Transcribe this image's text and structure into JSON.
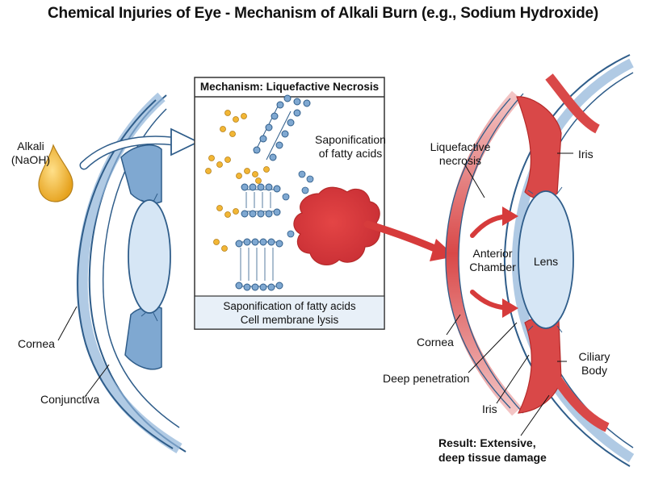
{
  "title": "Chemical Injuries of Eye - Mechanism of Alkali Burn (e.g., Sodium Hydroxide)",
  "left_eye": {
    "alkali_label": "Alkali",
    "alkali_formula": "(NaOH)",
    "cornea_label": "Cornea",
    "conjunctiva_label": "Conjunctiva"
  },
  "mechanism_box": {
    "title": "Mechanism: Liquefactive Necrosis",
    "saponification_label_line1": "Saponification",
    "saponification_label_line2": "of fatty acids",
    "caption_line1": "Saponification of fatty acids",
    "caption_line2": "Cell membrane lysis"
  },
  "right_eye": {
    "liquefactive_label_line1": "Liquefactive",
    "liquefactive_label_line2": "necrosis",
    "iris_top_label": "Iris",
    "anterior_chamber_line1": "Anterior",
    "anterior_chamber_line2": "Chamber",
    "lens_label": "Lens",
    "cornea_label": "Cornea",
    "ciliary_line1": "Ciliary",
    "ciliary_line2": "Body",
    "deep_penetration_label": "Deep penetration",
    "iris_bottom_label": "Iris",
    "result_line1": "Result: Extensive,",
    "result_line2": "deep tissue damage"
  },
  "colors": {
    "tissue_blue": "#c9dcef",
    "tissue_outline": "#2f5d8a",
    "membrane_blue": "#7fa8d1",
    "alkali_drop": "#f2b635",
    "necrosis_red": "#d63b3b",
    "arrow_gray": "#ffffff"
  }
}
